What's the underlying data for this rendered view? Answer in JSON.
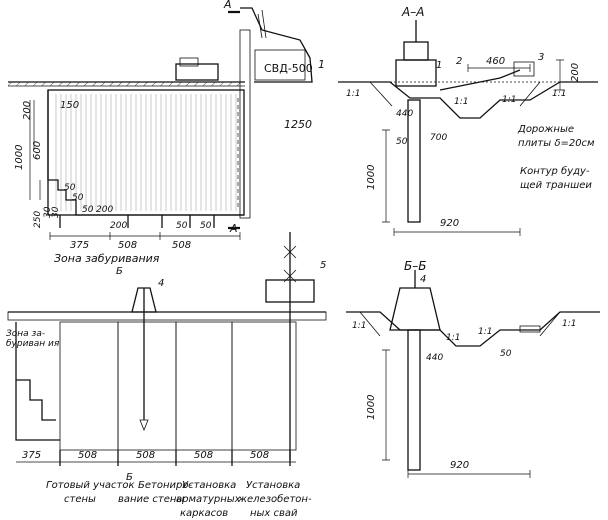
{
  "section_AA": {
    "title": "А–А",
    "cut_mark": "А"
  },
  "section_BB": {
    "title": "Б–Б",
    "cut_mark": "Б"
  },
  "callouts": [
    "1",
    "2",
    "3",
    "4",
    "5"
  ],
  "machine_label": "СВД-500",
  "top_plan": {
    "dims": [
      "150",
      "200",
      "600",
      "1000",
      "1250",
      "50",
      "50",
      "250",
      "30",
      "30",
      "50",
      "200",
      "200",
      "50",
      "50",
      "375",
      "508",
      "508"
    ],
    "zone_label": "Зона забуривания"
  },
  "aa_dims": [
    "460",
    "200",
    "440",
    "50",
    "700",
    "1000",
    "920"
  ],
  "slopes": [
    "1:1",
    "1:1",
    "1:1",
    "1:1"
  ],
  "aa_notes": {
    "plates": [
      "Дорожные",
      "плиты δ=20см"
    ],
    "contour": [
      "Контур буду-",
      "щей траншеи"
    ]
  },
  "elev_left": {
    "zone_label": [
      "Зона за-",
      "буриван ия"
    ],
    "dims": [
      "375",
      "508",
      "508",
      "508",
      "508"
    ],
    "stage_labels": [
      {
        "lines": [
          "Готовый участок",
          "стены"
        ]
      },
      {
        "lines": [
          "Бетониро-",
          "вание стены"
        ]
      },
      {
        "lines": [
          "Установка",
          "арматурных",
          "каркасов"
        ]
      },
      {
        "lines": [
          "Установка",
          "железобетон-",
          "ных свай"
        ]
      }
    ]
  },
  "bb_dims": [
    "440",
    "50",
    "1000",
    "920"
  ]
}
